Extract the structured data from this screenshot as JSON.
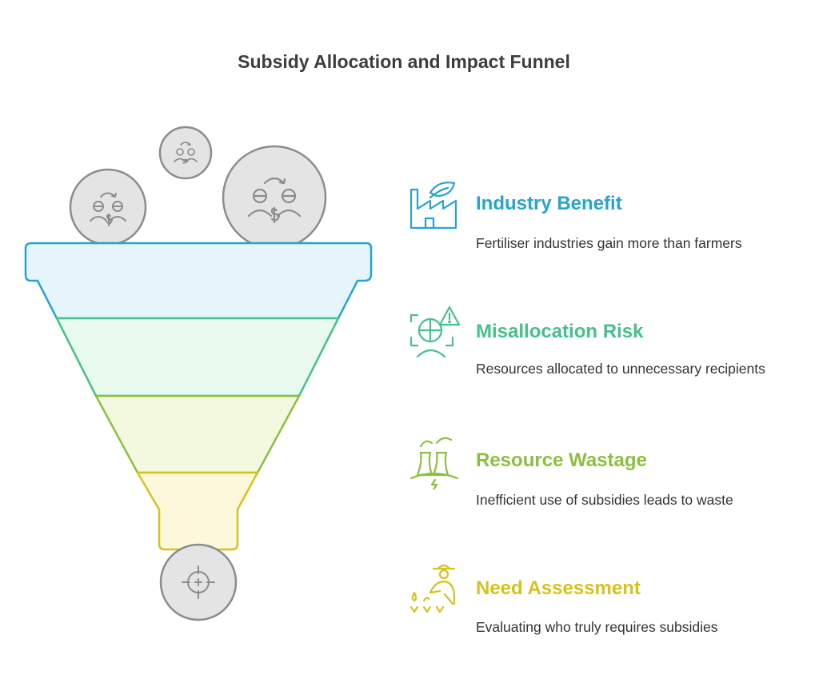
{
  "title": "Subsidy Allocation and Impact Funnel",
  "colors": {
    "blue": "#27a3d3",
    "green": "#45c18b",
    "lime": "#8cbf3f",
    "yellow": "#d6c21c",
    "gray": "#8c8c8c"
  },
  "stages": [
    {
      "title": "Industry Benefit",
      "description": "Fertiliser industries gain more than farmers",
      "icon": "factory-leaf-icon",
      "color": "#27a3d3"
    },
    {
      "title": "Misallocation Risk",
      "description": "Resources allocated to unnecessary recipients",
      "icon": "chart-warning-icon",
      "color": "#45c18b"
    },
    {
      "title": "Resource Wastage",
      "description": "Inefficient use of subsidies leads to waste",
      "icon": "power-plant-icon",
      "color": "#8cbf3f"
    },
    {
      "title": "Need Assessment",
      "description": "Evaluating who truly requires subsidies",
      "icon": "farmer-icon",
      "color": "#d6c21c"
    }
  ]
}
